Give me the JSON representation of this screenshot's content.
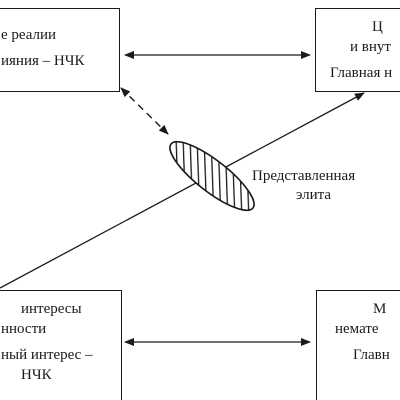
{
  "boxes": {
    "top_left": {
      "lines": [
        "е реалии",
        "ияния – НЧК"
      ]
    },
    "top_right": {
      "lines": [
        "Ц",
        "и внут",
        "Главная н"
      ]
    },
    "bottom_left": {
      "lines": [
        "интересы",
        "нности",
        "ный интерес –",
        "НЧК"
      ]
    },
    "bottom_right": {
      "lines": [
        "М",
        "немате",
        "Главн"
      ]
    }
  },
  "elite": {
    "label_line1": "Представленная",
    "label_line2": "элита"
  }
}
